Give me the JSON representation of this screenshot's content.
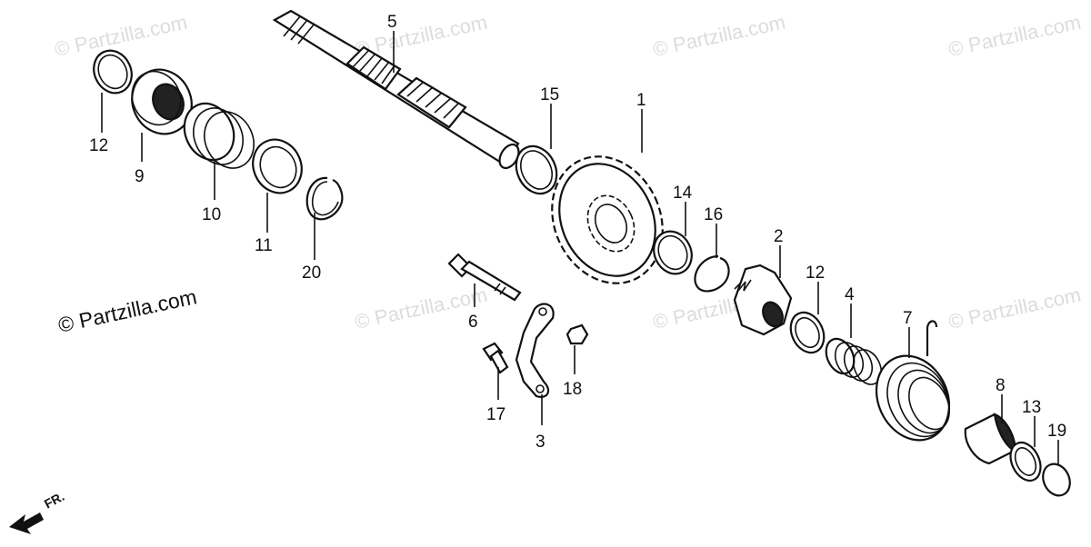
{
  "watermark_text": "© Partzilla.com",
  "credit_text": "© Partzilla.com",
  "front_label": "FR.",
  "callouts": [
    {
      "id": "c1",
      "label": "1"
    },
    {
      "id": "c2",
      "label": "2"
    },
    {
      "id": "c3",
      "label": "3"
    },
    {
      "id": "c4",
      "label": "4"
    },
    {
      "id": "c5",
      "label": "5"
    },
    {
      "id": "c6",
      "label": "6"
    },
    {
      "id": "c7",
      "label": "7"
    },
    {
      "id": "c8",
      "label": "8"
    },
    {
      "id": "c9",
      "label": "9"
    },
    {
      "id": "c10",
      "label": "10"
    },
    {
      "id": "c11",
      "label": "11"
    },
    {
      "id": "c12a",
      "label": "12"
    },
    {
      "id": "c12b",
      "label": "12"
    },
    {
      "id": "c13",
      "label": "13"
    },
    {
      "id": "c14",
      "label": "14"
    },
    {
      "id": "c15",
      "label": "15"
    },
    {
      "id": "c16",
      "label": "16"
    },
    {
      "id": "c17",
      "label": "17"
    },
    {
      "id": "c18",
      "label": "18"
    },
    {
      "id": "c19",
      "label": "19"
    },
    {
      "id": "c20",
      "label": "20"
    }
  ],
  "colors": {
    "line": "#111111",
    "watermark": "#dcdcdc",
    "background": "#ffffff"
  }
}
